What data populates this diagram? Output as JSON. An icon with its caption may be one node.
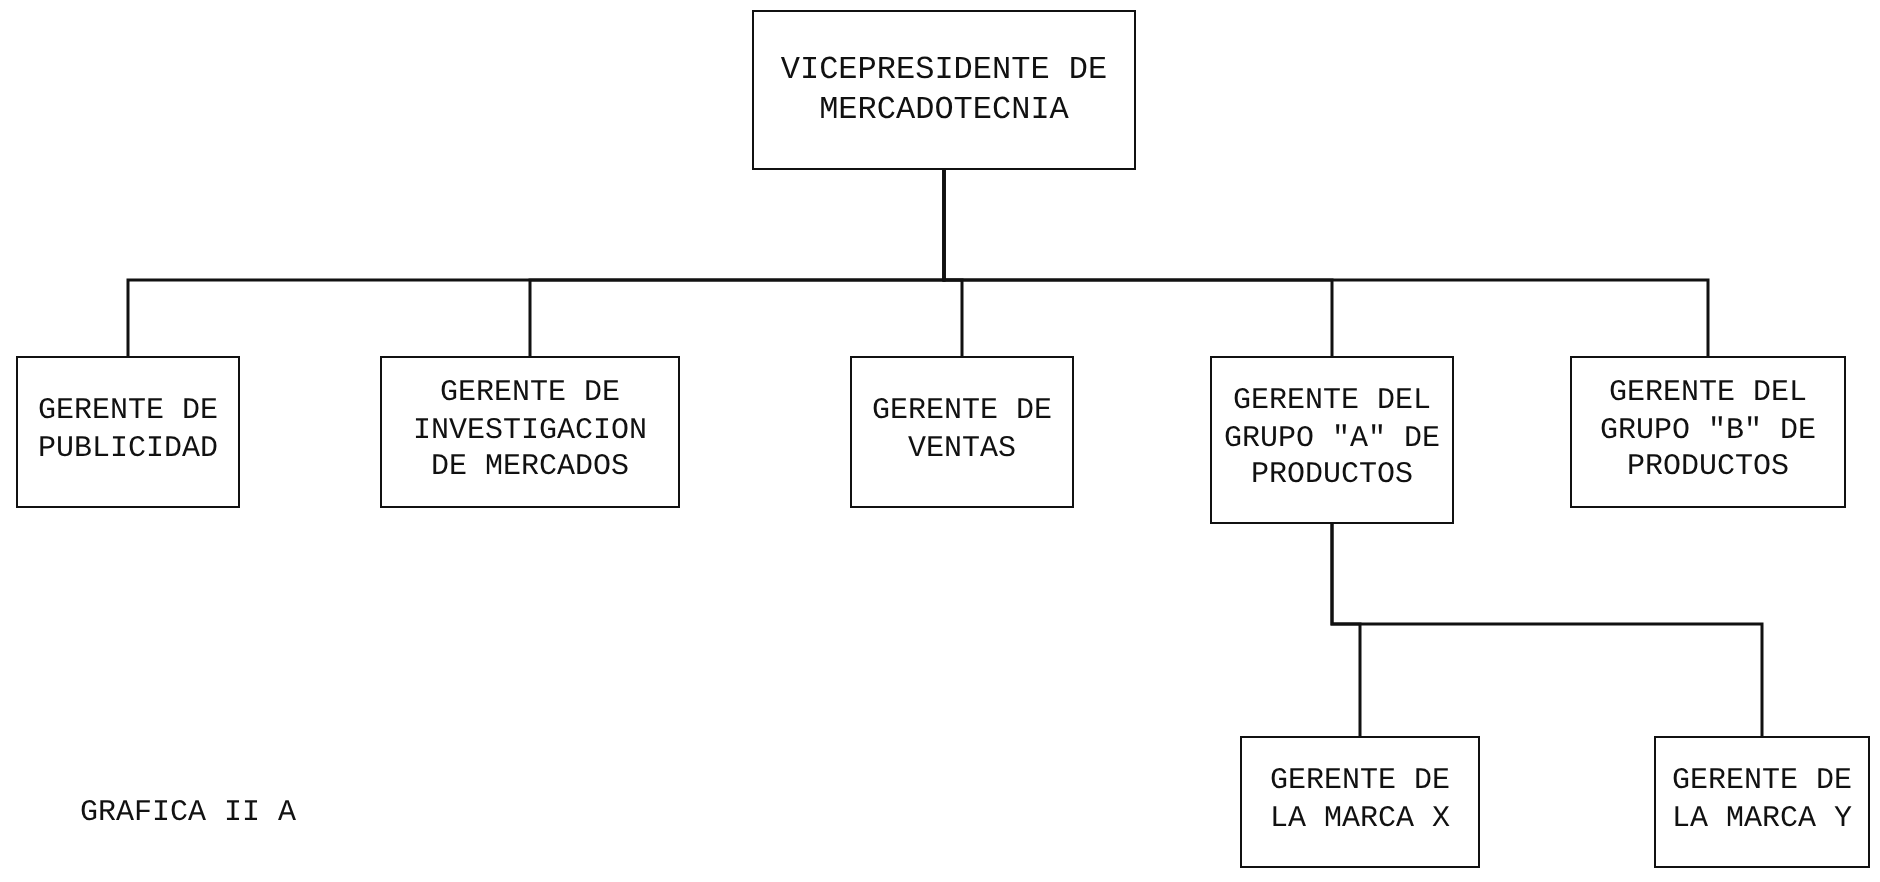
{
  "diagram": {
    "nodes": [
      {
        "text": [
          "VICEPRESIDENTE DE MERCADOTECNIA"
        ]
      },
      {
        "text": [
          "GERENTE DE PUBLICIDAD"
        ]
      },
      {
        "text": [
          "GERENTE DE INVESTIGACION DE MERCADOS"
        ]
      },
      {
        "text": [
          "GERENTE DE VENTAS"
        ]
      },
      {
        "text": [
          "GERENTE DEL GRUPO \"A\" DE PRODUCTOS"
        ]
      },
      {
        "text": [
          "GERENTE DEL GRUPO \"B\" DE PRODUCTOS"
        ]
      },
      {
        "text": [
          "GERENTE DE LA MARCA X"
        ]
      },
      {
        "text": [
          "GERENTE DE LA MARCA Y"
        ]
      }
    ],
    "edges": [
      {
        "from": 0,
        "to": 1,
        "arrow": "none"
      },
      {
        "from": 0,
        "to": 2,
        "arrow": "none"
      },
      {
        "from": 0,
        "to": 3,
        "arrow": "none"
      },
      {
        "from": 0,
        "to": 4,
        "arrow": "none"
      },
      {
        "from": 0,
        "to": 5,
        "arrow": "none"
      },
      {
        "from": 4,
        "to": 6,
        "arrow": "none"
      },
      {
        "from": 4,
        "to": 7,
        "arrow": "none"
      }
    ],
    "labels": [
      "GRAFICA II A"
    ]
  }
}
